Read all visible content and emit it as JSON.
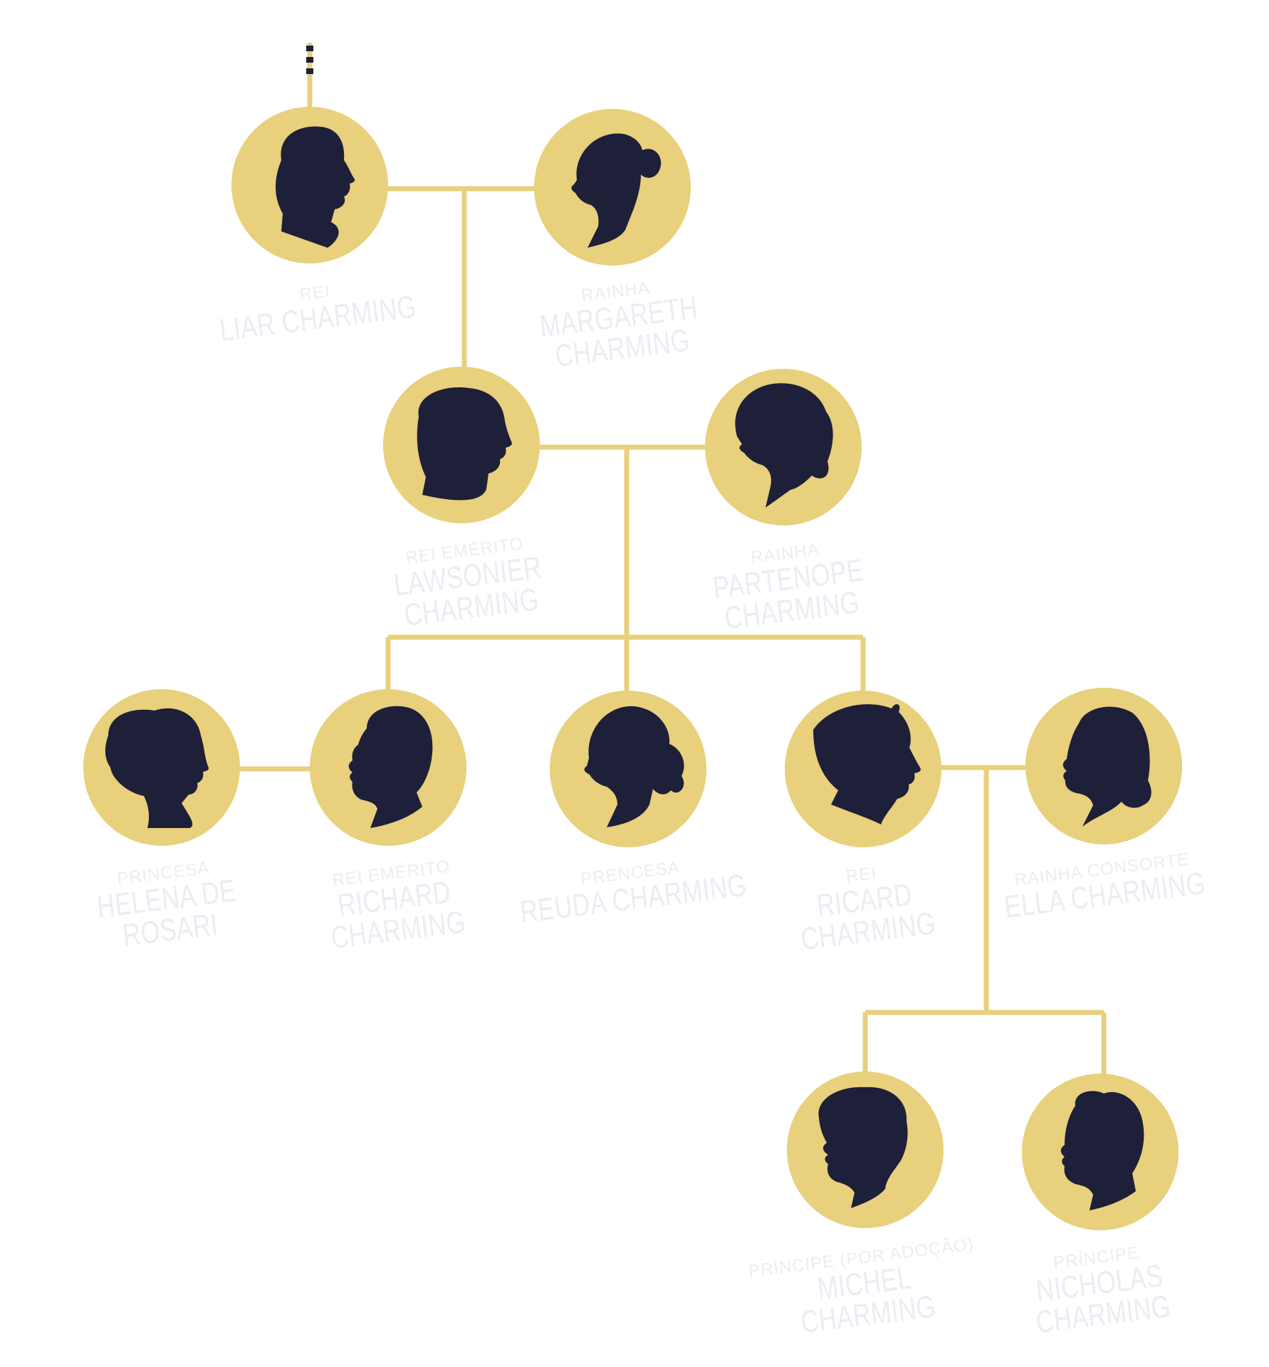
{
  "colors": {
    "line": "#e8d07c",
    "circle": "#e8d07c",
    "silhouette": "#1e1f38",
    "label": "#ececf4",
    "marker": "#1e1f38"
  },
  "people": [
    {
      "id": "liar",
      "title": "REI",
      "name": "LIAR CHARMING",
      "icon": "man-silhouette-icon"
    },
    {
      "id": "margareth",
      "title": "RAINHA",
      "name": "MARGARETH CHARMING",
      "icon": "woman-bun-silhouette-icon"
    },
    {
      "id": "lawsonier",
      "title": "REI EMÉRITO",
      "name": "LAWSONIER CHARMING",
      "icon": "man-silhouette-icon"
    },
    {
      "id": "partenope",
      "title": "RAINHA",
      "name": "PARTENOPE CHARMING",
      "icon": "woman-curly-silhouette-icon"
    },
    {
      "id": "helena",
      "title": "PRINCESA",
      "name": "HELENA DE ROSARI",
      "icon": "woman-updo-silhouette-icon"
    },
    {
      "id": "richard",
      "title": "REI EMÉRITO",
      "name": "RICHARD CHARMING",
      "icon": "man-silhouette-icon"
    },
    {
      "id": "reuda",
      "title": "PRENCESA",
      "name": "REUDA CHARMING",
      "icon": "woman-bun-silhouette-icon"
    },
    {
      "id": "ricard",
      "title": "REI",
      "name": "RICARD CHARMING",
      "icon": "man-silhouette-icon"
    },
    {
      "id": "ella",
      "title": "RAINHA CONSORTE",
      "name": "ELLA CHARMING",
      "icon": "woman-silhouette-icon"
    },
    {
      "id": "michel",
      "title": "PRÍNCIPE (POR ADOÇÃO)",
      "name": "MICHEL CHARMING",
      "icon": "man-curly-silhouette-icon"
    },
    {
      "id": "nicholas",
      "title": "PRÍNCIPE",
      "name": "NICHOLAS CHARMING",
      "icon": "man-silhouette-icon"
    }
  ]
}
